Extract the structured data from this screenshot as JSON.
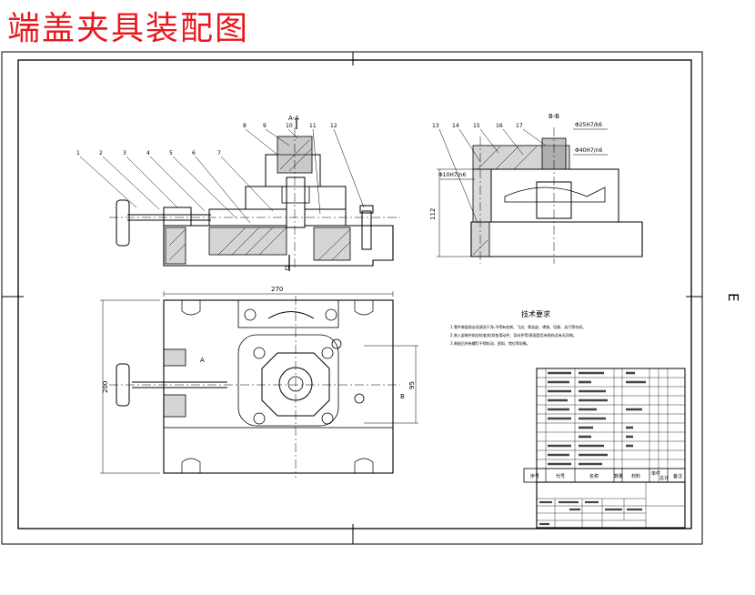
{
  "title": "端盖夹具装配图",
  "section_labels": {
    "aa": "A-A",
    "bb": "B-B",
    "a_cut": "A",
    "b_cut": "B",
    "side_mark": "E"
  },
  "dimensions": {
    "height_side": "112",
    "width_top": "270",
    "height_plan": "200",
    "center_dist": "95",
    "fit_1": "Φ25H7/k6",
    "fit_2": "Φ40H7/n6",
    "fit_3": "Φ10H7/n6"
  },
  "part_numbers": {
    "front": [
      "1",
      "2",
      "3",
      "4",
      "5",
      "6",
      "7",
      "8",
      "9",
      "10",
      "11",
      "12"
    ],
    "side": [
      "13",
      "14",
      "15",
      "16",
      "17"
    ]
  },
  "tech_req": {
    "heading": "技术要求",
    "lines": [
      "1.零件装配前必须清洗干净,不得有毛刺、飞边、氧化皮、锈蚀、切屑、油污等杂质。",
      "2.装入部装件前应检查其(如各滑动件、导向件等)表面是否有损伤及有无异物。",
      "3.装配后所有螺钉不得松动、歪斜、错位等现象。"
    ]
  },
  "parts_list_header": [
    "序号",
    "代号",
    "名称",
    "数量",
    "材料",
    "单件",
    "总计",
    "备注"
  ]
}
